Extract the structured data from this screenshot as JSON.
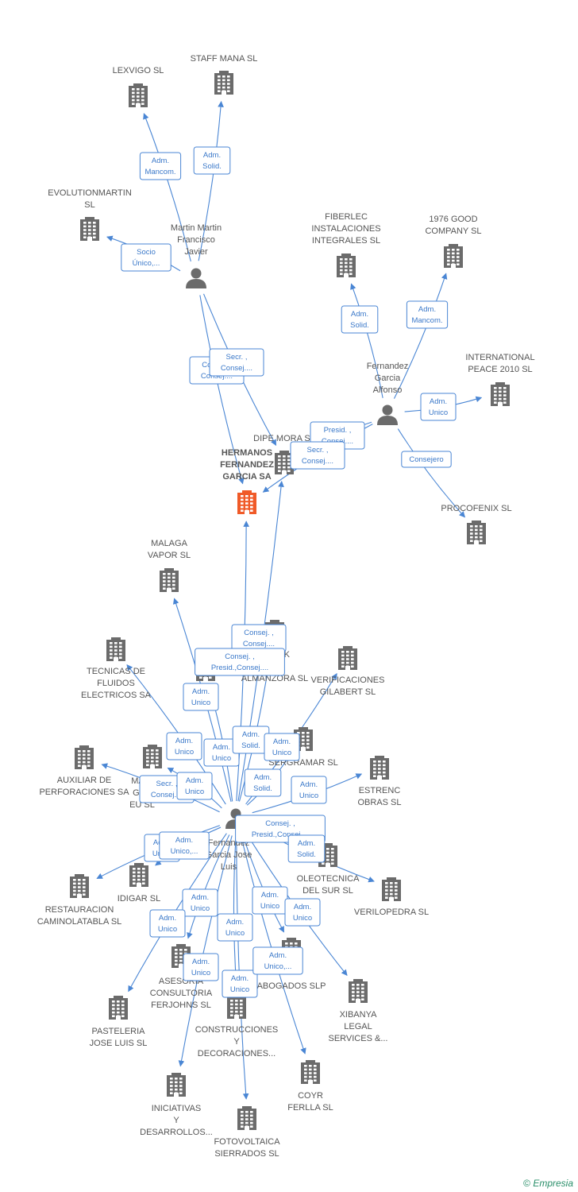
{
  "colors": {
    "edge": "#4a86d4",
    "edge_label_border": "#4a86d4",
    "edge_label_text": "#3a78c9",
    "building": "#6b6b6b",
    "building_focus": "#f05a28",
    "person": "#6b6b6b",
    "label_text": "#555555"
  },
  "footer": {
    "copyright": "©",
    "brand": "Empresia"
  },
  "nodes": [
    {
      "id": "lexvigo",
      "type": "company",
      "label": [
        "LEXVIGO SL"
      ]
    },
    {
      "id": "staffmana",
      "type": "company",
      "label": [
        "STAFF MANA SL"
      ]
    },
    {
      "id": "evolution",
      "type": "company",
      "label": [
        "EVOLUTIONMARTIN",
        "SL"
      ]
    },
    {
      "id": "martin",
      "type": "person",
      "label": [
        "Martin Martin",
        "Francisco",
        "Javier"
      ]
    },
    {
      "id": "fiberlec",
      "type": "company",
      "label": [
        "FIBERLEC",
        "INSTALACIONES",
        "INTEGRALES  SL"
      ]
    },
    {
      "id": "good1976",
      "type": "company",
      "label": [
        "1976 GOOD",
        "COMPANY SL"
      ]
    },
    {
      "id": "intpeace",
      "type": "company",
      "label": [
        "INTERNATIONAL",
        "PEACE 2010 SL"
      ]
    },
    {
      "id": "alfonso",
      "type": "person",
      "label": [
        "Fernandez",
        "Garcia",
        "Alfonso"
      ]
    },
    {
      "id": "dipemora",
      "type": "company",
      "label": [
        "DIPE MORA SL"
      ]
    },
    {
      "id": "hermanos",
      "type": "focus",
      "label": [
        "HERMANOS",
        "FERNANDEZ",
        "GARCIA SA"
      ]
    },
    {
      "id": "procofenix",
      "type": "company",
      "label": [
        "PROCOFENIX SL"
      ]
    },
    {
      "id": "malaga",
      "type": "company",
      "label": [
        "MALAGA",
        "VAPOR SL"
      ]
    },
    {
      "id": "tecnicas",
      "type": "company",
      "label": [
        "TECNICAS DE",
        "FLUIDOS",
        "ELECTRICOS SA"
      ]
    },
    {
      "id": "almanzora",
      "type": "company",
      "label": [
        "PRECK",
        "O",
        "ALMANZORA SL"
      ]
    },
    {
      "id": "verificaciones",
      "type": "company",
      "label": [
        "VERIFICACIONES",
        "GILABERT SL"
      ]
    },
    {
      "id": "bmx",
      "type": "company",
      "label": [
        "|",
        "B        S SL"
      ]
    },
    {
      "id": "sergramar",
      "type": "company",
      "label": [
        "SERGRAMAR SL"
      ]
    },
    {
      "id": "auxiliar",
      "type": "company",
      "label": [
        "AUXILIAR DE",
        "PERFORACIONES SA"
      ]
    },
    {
      "id": "mari",
      "type": "company",
      "label": [
        "MARI",
        "GRA",
        "EU SL"
      ]
    },
    {
      "id": "estrenc",
      "type": "company",
      "label": [
        "ESTRENC",
        "OBRAS SL"
      ]
    },
    {
      "id": "jose",
      "type": "person",
      "label": [
        "Fernandez",
        "Garcia Jose",
        "Luis"
      ]
    },
    {
      "id": "restauracion",
      "type": "company",
      "label": [
        "RESTAURACION",
        "CAMINOLATABLA SL"
      ]
    },
    {
      "id": "idigar",
      "type": "company",
      "label": [
        "IDIGAR SL"
      ]
    },
    {
      "id": "oleotecnica",
      "type": "company",
      "label": [
        "OLEOTECNICA",
        "DEL SUR SL"
      ]
    },
    {
      "id": "verilopedra",
      "type": "company",
      "label": [
        "VERILOPEDRA SL"
      ]
    },
    {
      "id": "asesoria",
      "type": "company",
      "label": [
        "ASESORIA",
        "CONSULTORIA",
        "FERJOHNS SL"
      ]
    },
    {
      "id": "abogados",
      "type": "company",
      "label": [
        "ABOGADOS  SLP"
      ]
    },
    {
      "id": "xibanya",
      "type": "company",
      "label": [
        "XIBANYA",
        "LEGAL",
        "SERVICES &..."
      ]
    },
    {
      "id": "pasteleria",
      "type": "company",
      "label": [
        "PASTELERIA",
        "JOSE LUIS SL"
      ]
    },
    {
      "id": "construcciones",
      "type": "company",
      "label": [
        "CONSTRUCCIONES",
        "Y",
        "DECORACIONES..."
      ]
    },
    {
      "id": "coyr",
      "type": "company",
      "label": [
        "COYR",
        "FERLLA SL"
      ]
    },
    {
      "id": "iniciativas",
      "type": "company",
      "label": [
        "INICIATIVAS",
        "Y",
        "DESARROLLOS..."
      ]
    },
    {
      "id": "fotovoltaica",
      "type": "company",
      "label": [
        "FOTOVOLTAICA",
        "SIERRADOS SL"
      ]
    }
  ],
  "edges": [
    {
      "from": "martin",
      "to": "lexvigo",
      "label": [
        "Adm.",
        "Mancom."
      ]
    },
    {
      "from": "martin",
      "to": "staffmana",
      "label": [
        "Adm.",
        "Solid."
      ]
    },
    {
      "from": "martin",
      "to": "evolution",
      "label": [
        "Socio",
        "Único,..."
      ]
    },
    {
      "from": "martin",
      "to": "hermanos",
      "label": [
        "Consej. ,",
        "Consej...."
      ]
    },
    {
      "from": "martin",
      "to": "dipemora",
      "label": [
        "Secr. ,",
        "Consej...."
      ]
    },
    {
      "from": "alfonso",
      "to": "fiberlec",
      "label": [
        "Adm.",
        "Solid."
      ]
    },
    {
      "from": "alfonso",
      "to": "good1976",
      "label": [
        "Adm.",
        "Mancom."
      ]
    },
    {
      "from": "alfonso",
      "to": "intpeace",
      "label": [
        "Adm.",
        "Unico"
      ]
    },
    {
      "from": "alfonso",
      "to": "dipemora",
      "label": [
        "Presid. ,",
        "Consej...."
      ]
    },
    {
      "from": "alfonso",
      "to": "hermanos",
      "label": [
        "Secr. ,",
        "Consej...."
      ]
    },
    {
      "from": "alfonso",
      "to": "procofenix",
      "label": [
        "Consejero"
      ]
    },
    {
      "from": "jose",
      "to": "hermanos",
      "label": [
        "Consej. ,",
        "Consej...."
      ]
    },
    {
      "from": "jose",
      "to": "dipemora",
      "label": [
        "Consej. ,",
        "Presid.,Consej...."
      ]
    },
    {
      "from": "jose",
      "to": "malaga",
      "label": [
        "Adm.",
        "Unico"
      ]
    },
    {
      "from": "jose",
      "to": "tecnicas",
      "label": [
        "Adm.",
        "Unico"
      ]
    },
    {
      "from": "jose",
      "to": "bmx",
      "label": [
        "Adm.",
        "Unico"
      ]
    },
    {
      "from": "jose",
      "to": "almanzora",
      "label": [
        "Adm.",
        "Solid."
      ]
    },
    {
      "from": "jose",
      "to": "verificaciones",
      "label": [
        "Adm.",
        "Unico"
      ]
    },
    {
      "from": "jose",
      "to": "sergramar",
      "label": [
        "Adm.",
        "Solid."
      ]
    },
    {
      "from": "jose",
      "to": "auxiliar",
      "label": [
        "Secr. ,",
        "Consej...."
      ]
    },
    {
      "from": "jose",
      "to": "mari",
      "label": [
        "Adm.",
        "Unico"
      ]
    },
    {
      "from": "jose",
      "to": "estrenc",
      "label": [
        "Adm.",
        "Unico"
      ]
    },
    {
      "from": "jose",
      "to": "oleotecnica",
      "label": [
        "Consej. ,",
        "Presid.,Consej...."
      ]
    },
    {
      "from": "jose",
      "to": "verilopedra",
      "label": [
        "Adm.",
        "Solid."
      ]
    },
    {
      "from": "jose",
      "to": "restauracion",
      "label": [
        "Adm.",
        "Unico"
      ]
    },
    {
      "from": "jose",
      "to": "idigar",
      "label": [
        "Adm.",
        "Unico,..."
      ]
    },
    {
      "from": "jose",
      "to": "asesoria",
      "label": [
        "Adm.",
        "Unico"
      ]
    },
    {
      "from": "jose",
      "to": "pasteleria",
      "label": [
        "Adm.",
        "Unico"
      ]
    },
    {
      "from": "jose",
      "to": "iniciativas",
      "label": [
        "Adm.",
        "Unico"
      ]
    },
    {
      "from": "jose",
      "to": "construcciones",
      "label": [
        "Adm.",
        "Unico"
      ]
    },
    {
      "from": "jose",
      "to": "fotovoltaica",
      "label": [
        "Adm.",
        "Unico"
      ]
    },
    {
      "from": "jose",
      "to": "abogados",
      "label": [
        "Adm.",
        "Unico"
      ]
    },
    {
      "from": "jose",
      "to": "coyr",
      "label": [
        "Adm.",
        "Unico,..."
      ]
    },
    {
      "from": "jose",
      "to": "xibanya",
      "label": [
        "Adm.",
        "Unico"
      ]
    }
  ]
}
